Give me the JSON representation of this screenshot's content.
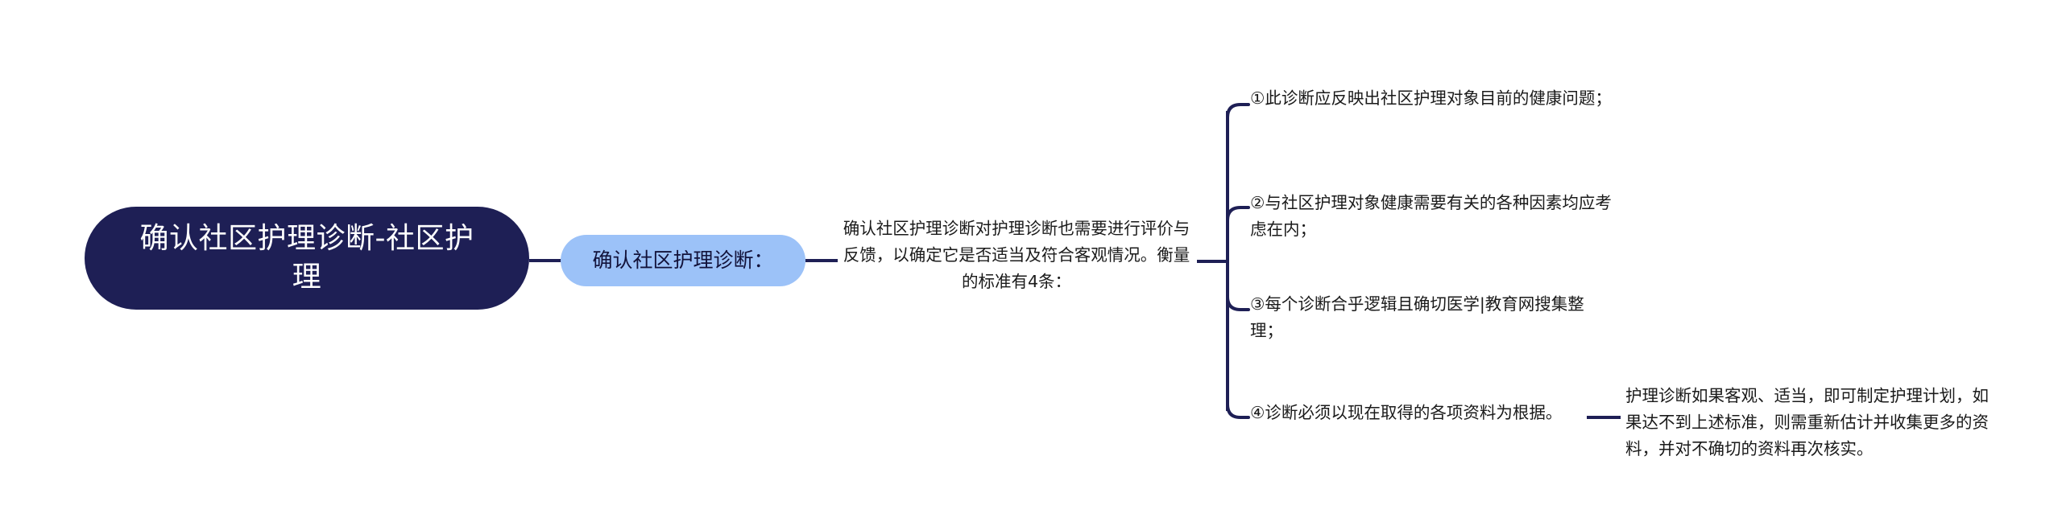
{
  "diagram": {
    "type": "mindmap",
    "orientation": "left-to-right",
    "background_color": "#ffffff",
    "colors": {
      "root_fill": "#1e1f55",
      "root_text": "#ffffff",
      "level2_fill": "#9cc2f8",
      "level2_text": "#12123a",
      "connector": "#1e1f55",
      "body_text": "#1a1a1a"
    }
  },
  "root": {
    "label": "确认社区护理诊断-社区护理"
  },
  "level2": {
    "label": "确认社区护理诊断："
  },
  "description": {
    "text": "确认社区护理诊断对护理诊断也需要进行评价与反馈，以确定它是否适当及符合客观情况。衡量的标准有4条："
  },
  "criteria": [
    {
      "index": "①",
      "text": "①此诊断应反映出社区护理对象目前的健康问题；"
    },
    {
      "index": "②",
      "text": "②与社区护理对象健康需要有关的各种因素均应考虑在内；"
    },
    {
      "index": "③",
      "text": "③每个诊断合乎逻辑且确切医学|教育网搜集整理；"
    },
    {
      "index": "④",
      "text": "④诊断必须以现在取得的各项资料为根据。"
    }
  ],
  "tail": {
    "text": "护理诊断如果客观、适当，即可制定护理计划，如果达不到上述标准，则需重新估计并收集更多的资料，并对不确切的资料再次核实。"
  }
}
